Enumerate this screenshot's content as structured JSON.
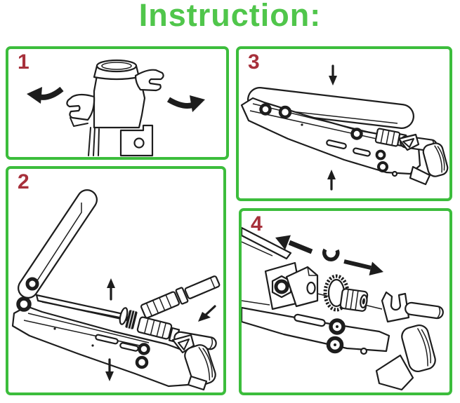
{
  "title": "Instruction:",
  "colors": {
    "title_green": "#50c64b",
    "panel_border_green": "#3cbd3c",
    "step_number_red": "#a7303b",
    "line_art_ink": "#1d1d1d",
    "background": "#ffffff"
  },
  "panels": [
    {
      "number": "1",
      "icons": [
        "tool-head-drawing",
        "curved-arrow-left-icon",
        "curved-arrow-right-icon"
      ]
    },
    {
      "number": "2",
      "icons": [
        "open-compression-tool-drawing",
        "coax-connector-drawing",
        "arrow-up-icon",
        "arrow-down-icon",
        "arrow-down-left-icon"
      ]
    },
    {
      "number": "3",
      "icons": [
        "closed-compression-tool-drawing",
        "arrow-down-icon",
        "arrow-up-icon"
      ]
    },
    {
      "number": "4",
      "icons": [
        "tool-nose-closeup-drawing",
        "u-clip-icon",
        "arrow-up-left-icon",
        "arrow-right-icon"
      ]
    }
  ]
}
